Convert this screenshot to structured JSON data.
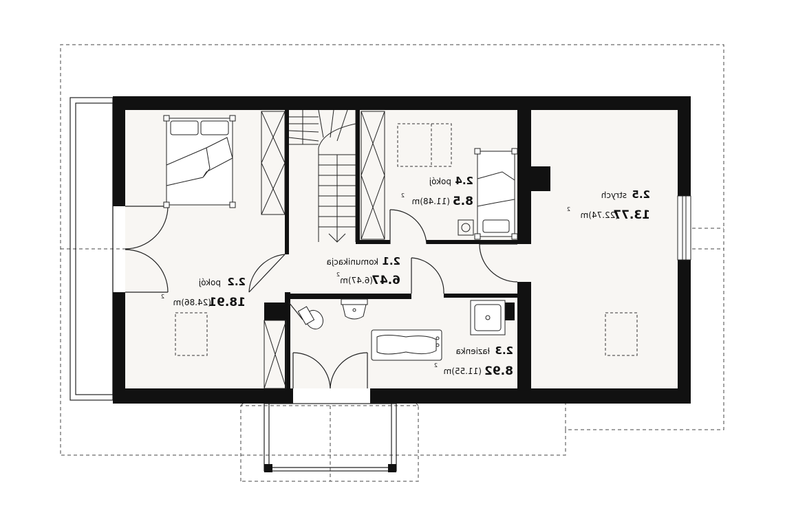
{
  "rooms": [
    {
      "id": "2.1",
      "name": "komunikacja",
      "area": "6.47",
      "gross": "(6.47)m",
      "sup": "2"
    },
    {
      "id": "2.2",
      "name": "pokój",
      "area": "18.91",
      "gross": "(24.86)m",
      "sup": "2"
    },
    {
      "id": "2.3",
      "name": "łazienka",
      "area": "8.92",
      "gross": "(11.55)m",
      "sup": "2"
    },
    {
      "id": "2.4",
      "name": "pokój",
      "area": "8.5",
      "gross": "(11.48)m",
      "sup": "2"
    },
    {
      "id": "2.5",
      "name": "strych",
      "area": "13.77",
      "gross": "(22.74)m",
      "sup": "2"
    }
  ],
  "colors": {
    "wall": "#111111",
    "floor": "#f8f6f3",
    "line": "#222222",
    "dash": "#444444"
  }
}
